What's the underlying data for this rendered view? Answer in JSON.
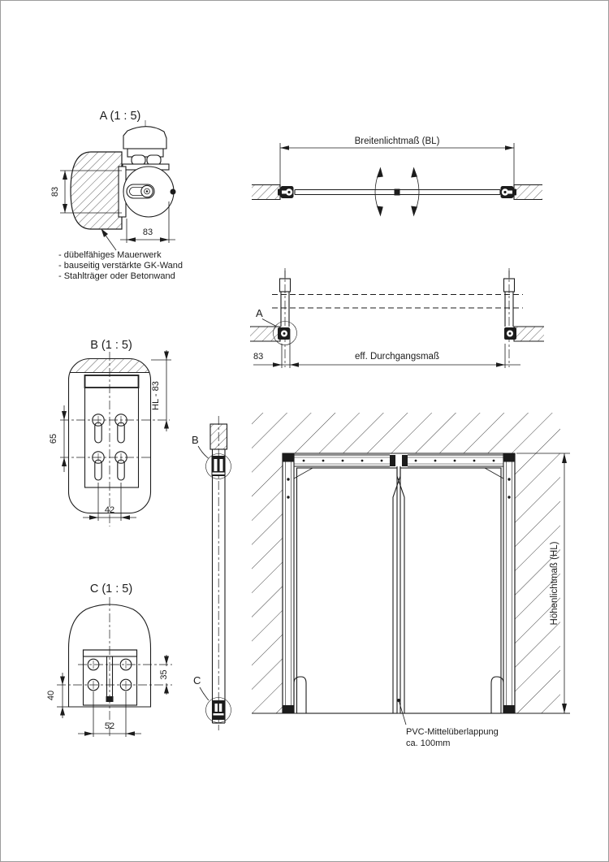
{
  "page": {
    "background": "#ffffff",
    "border_color": "#9c9c9c",
    "line_color": "#1c1c1c"
  },
  "detail_a": {
    "title": "A (1 : 5)",
    "dim_vertical": "83",
    "dim_horizontal": "83",
    "notes": [
      "- dübelfähiges Mauerwerk",
      "- bauseitig verstärkte GK-Wand",
      "- Stahlträger oder Betonwand"
    ]
  },
  "plan_top": {
    "width_label": "Breitenlichtmaß (BL)"
  },
  "plan_mid": {
    "detail_ref": "A",
    "dim_hinge": "83",
    "clear_label": "eff. Durchgangsmaß"
  },
  "detail_b": {
    "title": "B (1 : 5)",
    "dim_rows": "65",
    "dim_cols": "42",
    "dim_top": "HL - 83"
  },
  "detail_c": {
    "title": "C (1 : 5)",
    "dim_bottom": "40",
    "dim_cols": "52",
    "dim_rows": "35"
  },
  "side_view": {
    "ref_top": "B",
    "ref_bottom": "C"
  },
  "elevation": {
    "height_label": "Höhenlichtmaß (HL)",
    "overlap_note": [
      "PVC-Mittelüberlappung",
      "ca. 100mm"
    ]
  }
}
